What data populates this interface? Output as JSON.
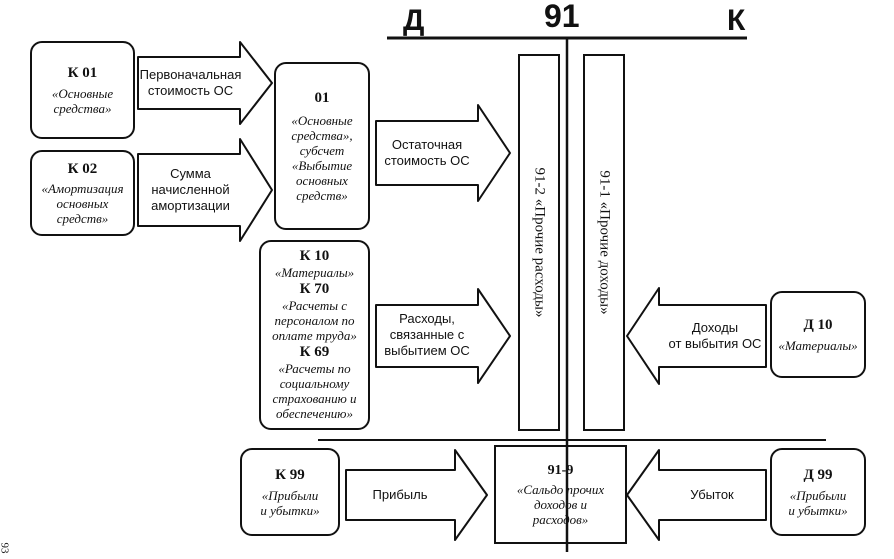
{
  "header": {
    "debit": "Д",
    "account": "91",
    "credit": "К"
  },
  "page_number": "93",
  "sources": [
    {
      "code": "К 01",
      "desc": [
        "«Основные",
        "средства»"
      ]
    },
    {
      "code": "К 02",
      "desc": [
        "«Амортизация",
        "основных",
        "средств»"
      ]
    }
  ],
  "arrows": {
    "initial_cost": [
      "Первоначальная",
      "стоимость ОС"
    ],
    "depreciation": [
      "Сумма",
      "начисленной",
      "амортизации"
    ],
    "residual": [
      "Остаточная",
      "стоимость ОС"
    ],
    "disposal_expenses": [
      "Расходы,",
      "связанные с",
      "выбытием ОС"
    ],
    "disposal_income": [
      "Доходы",
      "от выбытия ОС"
    ],
    "profit": "Прибыль",
    "loss": "Убыток"
  },
  "account_01": {
    "code": "01",
    "desc": [
      "«Основные",
      "средства»,",
      "субсчет",
      "«Выбытие",
      "основных",
      "средств»"
    ]
  },
  "expenses_box": [
    {
      "type": "code",
      "text": "К 10"
    },
    {
      "type": "desc",
      "text": "«Материалы»"
    },
    {
      "type": "code",
      "text": "К 70"
    },
    {
      "type": "desc",
      "text": "«Расчеты с"
    },
    {
      "type": "desc",
      "text": "персоналом по"
    },
    {
      "type": "desc",
      "text": "оплате труда»"
    },
    {
      "type": "code",
      "text": "К 69"
    },
    {
      "type": "desc",
      "text": "«Расчеты по"
    },
    {
      "type": "desc",
      "text": "социальному"
    },
    {
      "type": "desc",
      "text": "страхованию и"
    },
    {
      "type": "desc",
      "text": "обеспечению»"
    }
  ],
  "subaccount_912": "91-2 «Прочие расходы»",
  "subaccount_911": "91-1 «Прочие доходы»",
  "d10": {
    "code": "Д 10",
    "desc": [
      "«Материалы»"
    ]
  },
  "k99": {
    "code": "К 99",
    "desc": [
      "«Прибыли",
      "и убытки»"
    ]
  },
  "d99": {
    "code": "Д 99",
    "desc": [
      "«Прибыли",
      "и убытки»"
    ]
  },
  "account_919": {
    "code": "91-9",
    "desc": [
      "«Сальдо прочих",
      "доходов и",
      "расходов»"
    ]
  }
}
